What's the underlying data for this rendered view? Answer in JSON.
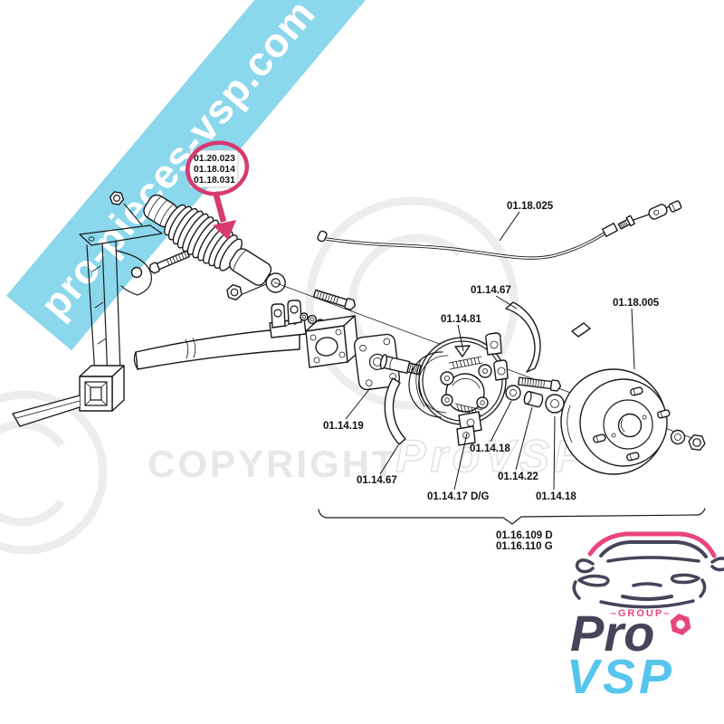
{
  "banner": {
    "text": "pro-pieces-vsp.com"
  },
  "highlight": {
    "part_numbers": [
      "01.20.023",
      "01.18.014",
      "01.18.031"
    ]
  },
  "watermark": {
    "word": "COPYRIGHT",
    "brand": "ProVSP"
  },
  "diagram": {
    "labels": [
      {
        "id": "cable",
        "text": "01.18.025"
      },
      {
        "id": "shoe-top",
        "text": "01.14.67"
      },
      {
        "id": "backplate-top",
        "text": "01.14.81"
      },
      {
        "id": "drum",
        "text": "01.18.005"
      },
      {
        "id": "flange",
        "text": "01.14.19"
      },
      {
        "id": "washer-inner",
        "text": "01.14.18"
      },
      {
        "id": "shoe-bottom",
        "text": "01.14.67"
      },
      {
        "id": "spacer",
        "text": "01.14.22"
      },
      {
        "id": "brake-plate",
        "text": "01.14.17 D/G"
      },
      {
        "id": "washer-outer",
        "text": "01.14.18"
      }
    ]
  },
  "bracket": {
    "line1": "01.16.109 D",
    "line2": "01.16.110 G"
  },
  "logo": {
    "group": "–GROUP–",
    "pro": "Pro",
    "vsp": "VSP"
  },
  "colors": {
    "banner": "#8bd7ec",
    "accent": "#d63a72",
    "logo_pink": "#e8457e",
    "logo_dark": "#454459",
    "logo_cyan": "#56c5ee"
  }
}
